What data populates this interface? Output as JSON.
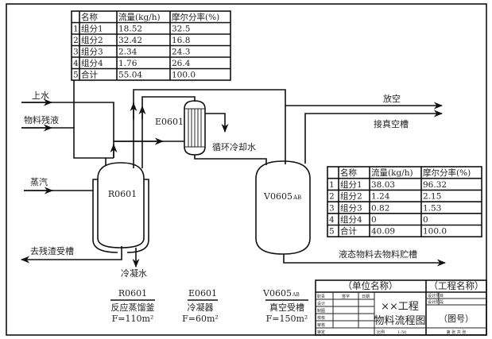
{
  "stream_table_top": {
    "headers": [
      "",
      "名称",
      "流量(kg/h)",
      "摩尔分率(%)"
    ],
    "rows": [
      [
        "1",
        "组分1",
        "18.52",
        "32.5"
      ],
      [
        "2",
        "组分2",
        "32.42",
        "16.8"
      ],
      [
        "3",
        "组分3",
        "2.34",
        "24.3"
      ],
      [
        "4",
        "组分4",
        "1.76",
        "26.4"
      ],
      [
        "5",
        "合计",
        "55.04",
        "100.0"
      ]
    ]
  },
  "stream_table_right": {
    "headers": [
      "",
      "名称",
      "流量(kg/h)",
      "摩尔分率(%)"
    ],
    "rows": [
      [
        "1",
        "组分1",
        "38.03",
        "96.32"
      ],
      [
        "2",
        "组分2",
        "1.24",
        "2.15"
      ],
      [
        "3",
        "组分3",
        "0.82",
        "1.53"
      ],
      [
        "4",
        "组分4",
        "0",
        "0"
      ],
      [
        "5",
        "合计",
        "40.09",
        "100.0"
      ]
    ]
  },
  "streams": {
    "water_in": "上水",
    "residue_in": "物料残液",
    "steam": "蒸汽",
    "residue_out": "去残渣受槽",
    "condensate": "冷凝水",
    "cooling_water": "循环冷却水",
    "vent": "放空",
    "vacuum": "接真空槽",
    "liquid_out": "液态物料去物料贮槽"
  },
  "equipment": [
    {
      "tag": "R0601",
      "name": "反应蒸馏釜",
      "spec": "F=110m²"
    },
    {
      "tag": "E0601",
      "name": "冷凝器",
      "spec": "F=60m²"
    },
    {
      "tag": "V0605",
      "tag_suffix": "AB",
      "name": "真空受槽",
      "spec": "F=150m²"
    }
  ],
  "title_block": {
    "unit_name": "（单位名称）",
    "project_name": "（工程名称）",
    "drawing_title_1": "××工程",
    "drawing_title_2": "物料流程图",
    "drawing_no": "（图号）",
    "roles_header": [
      "职责",
      "签字",
      "日期"
    ],
    "roles": [
      "设计",
      "制图",
      "校核",
      "审核",
      "审定"
    ],
    "scale_label": "比例",
    "scale_value": "1:50",
    "project_item": "设计项目",
    "design_stage": "设计阶段",
    "sheet": "第 张 共 张"
  }
}
